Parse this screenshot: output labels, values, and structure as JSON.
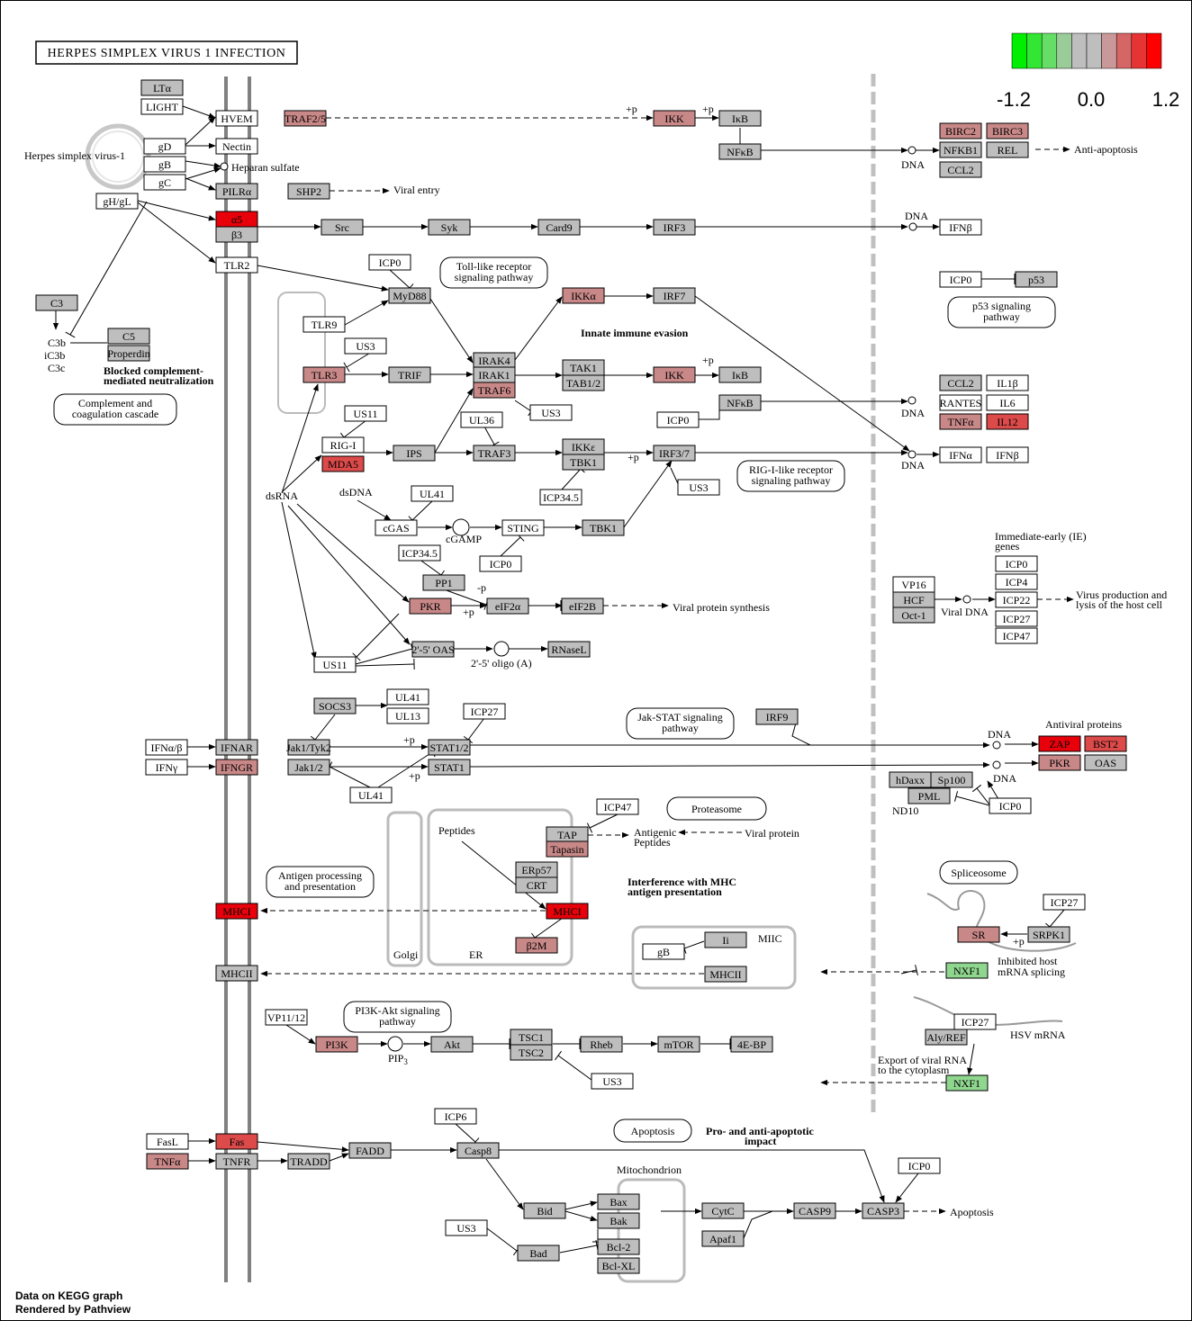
{
  "title": "HERPES SIMPLEX VIRUS 1 INFECTION",
  "legend": {
    "min": "-1.2",
    "mid": "0.0",
    "max": "1.2",
    "colors": [
      "#00ee00",
      "#33e633",
      "#66dd66",
      "#99cc99",
      "#bebebe",
      "#bebebe",
      "#c99999",
      "#d66666",
      "#e63333",
      "#ff0000"
    ]
  },
  "colors": {
    "gray": "#bebebe",
    "white": "#ffffff",
    "red_strong": "#e8000a",
    "red_mid": "#dc4a4a",
    "red_light": "#c98888",
    "green": "#8fd68f"
  },
  "nodes": [
    {
      "id": "lta",
      "label": "LTα",
      "fill": "gray"
    },
    {
      "id": "light",
      "label": "LIGHT",
      "fill": "white"
    },
    {
      "id": "hvem",
      "label": "HVEM",
      "fill": "white"
    },
    {
      "id": "traf25",
      "label": "TRAF2/5",
      "fill": "red_light"
    },
    {
      "id": "ikk1",
      "label": "IKK",
      "fill": "red_light"
    },
    {
      "id": "ikb1",
      "label": "IκB",
      "fill": "gray"
    },
    {
      "id": "nfkb1a",
      "label": "NFκB",
      "fill": "gray"
    },
    {
      "id": "gd",
      "label": "gD",
      "fill": "white"
    },
    {
      "id": "nectin",
      "label": "Nectin",
      "fill": "white"
    },
    {
      "id": "gb",
      "label": "gB",
      "fill": "white"
    },
    {
      "id": "gc",
      "label": "gC",
      "fill": "white"
    },
    {
      "id": "pilra",
      "label": "PILRα",
      "fill": "gray"
    },
    {
      "id": "shp2",
      "label": "SHP2",
      "fill": "gray"
    },
    {
      "id": "ghgl",
      "label": "gH/gL",
      "fill": "white"
    },
    {
      "id": "a5",
      "label": "α5",
      "fill": "red_strong"
    },
    {
      "id": "b3",
      "label": "β3",
      "fill": "gray"
    },
    {
      "id": "src",
      "label": "Src",
      "fill": "gray"
    },
    {
      "id": "syk",
      "label": "Syk",
      "fill": "gray"
    },
    {
      "id": "card9",
      "label": "Card9",
      "fill": "gray"
    },
    {
      "id": "irf3",
      "label": "IRF3",
      "fill": "gray"
    },
    {
      "id": "tlr2",
      "label": "TLR2",
      "fill": "white"
    },
    {
      "id": "icp0a",
      "label": "ICP0",
      "fill": "white"
    },
    {
      "id": "myd88",
      "label": "MyD88",
      "fill": "gray"
    },
    {
      "id": "ikka",
      "label": "IKKα",
      "fill": "red_light"
    },
    {
      "id": "irf7",
      "label": "IRF7",
      "fill": "gray"
    },
    {
      "id": "c3",
      "label": "C3",
      "fill": "gray"
    },
    {
      "id": "c5",
      "label": "C5",
      "fill": "gray"
    },
    {
      "id": "properdin",
      "label": "Properdin",
      "fill": "gray"
    },
    {
      "id": "tlr9",
      "label": "TLR9",
      "fill": "white"
    },
    {
      "id": "us3a",
      "label": "US3",
      "fill": "white"
    },
    {
      "id": "tlr3",
      "label": "TLR3",
      "fill": "red_light"
    },
    {
      "id": "trif",
      "label": "TRIF",
      "fill": "gray"
    },
    {
      "id": "irak4",
      "label": "IRAK4",
      "fill": "gray"
    },
    {
      "id": "irak1",
      "label": "IRAK1",
      "fill": "gray"
    },
    {
      "id": "traf6",
      "label": "TRAF6",
      "fill": "red_light"
    },
    {
      "id": "tak1",
      "label": "TAK1",
      "fill": "gray"
    },
    {
      "id": "tab12",
      "label": "TAB1/2",
      "fill": "gray"
    },
    {
      "id": "ikk2",
      "label": "IKK",
      "fill": "red_light"
    },
    {
      "id": "ikb2",
      "label": "IκB",
      "fill": "gray"
    },
    {
      "id": "nfkb2",
      "label": "NFκB",
      "fill": "gray"
    },
    {
      "id": "icp0b",
      "label": "ICP0",
      "fill": "white"
    },
    {
      "id": "us3b",
      "label": "US3",
      "fill": "white"
    },
    {
      "id": "us11a",
      "label": "US11",
      "fill": "white"
    },
    {
      "id": "rigi",
      "label": "RIG-I",
      "fill": "white"
    },
    {
      "id": "mda5",
      "label": "MDA5",
      "fill": "red_mid"
    },
    {
      "id": "ips",
      "label": "IPS",
      "fill": "gray"
    },
    {
      "id": "ul36",
      "label": "UL36",
      "fill": "white"
    },
    {
      "id": "traf3",
      "label": "TRAF3",
      "fill": "gray"
    },
    {
      "id": "ikke",
      "label": "IKKε",
      "fill": "gray"
    },
    {
      "id": "tbk1a",
      "label": "TBK1",
      "fill": "gray"
    },
    {
      "id": "irf37",
      "label": "IRF3/7",
      "fill": "gray"
    },
    {
      "id": "us3c",
      "label": "US3",
      "fill": "white"
    },
    {
      "id": "icp345a",
      "label": "ICP34.5",
      "fill": "white"
    },
    {
      "id": "ul41a",
      "label": "UL41",
      "fill": "white"
    },
    {
      "id": "cgas",
      "label": "cGAS",
      "fill": "white"
    },
    {
      "id": "sting",
      "label": "STING",
      "fill": "white"
    },
    {
      "id": "tbk1b",
      "label": "TBK1",
      "fill": "gray"
    },
    {
      "id": "icp0c",
      "label": "ICP0",
      "fill": "white"
    },
    {
      "id": "icp345b",
      "label": "ICP34.5",
      "fill": "white"
    },
    {
      "id": "pp1",
      "label": "PP1",
      "fill": "gray"
    },
    {
      "id": "pkr1",
      "label": "PKR",
      "fill": "red_light"
    },
    {
      "id": "eif2a",
      "label": "eIF2α",
      "fill": "gray"
    },
    {
      "id": "eif2b",
      "label": "eIF2B",
      "fill": "gray"
    },
    {
      "id": "oas25",
      "label": "2'-5' OAS",
      "fill": "gray"
    },
    {
      "id": "rnasel",
      "label": "RNaseL",
      "fill": "gray"
    },
    {
      "id": "us11b",
      "label": "US11",
      "fill": "white"
    },
    {
      "id": "birc2",
      "label": "BIRC2",
      "fill": "red_light"
    },
    {
      "id": "birc3",
      "label": "BIRC3",
      "fill": "red_light"
    },
    {
      "id": "nfkb1",
      "label": "NFKB1",
      "fill": "gray"
    },
    {
      "id": "rel",
      "label": "REL",
      "fill": "gray"
    },
    {
      "id": "ccl2a",
      "label": "CCL2",
      "fill": "gray"
    },
    {
      "id": "ifnb1",
      "label": "IFNβ",
      "fill": "white"
    },
    {
      "id": "icp0d",
      "label": "ICP0",
      "fill": "white"
    },
    {
      "id": "p53",
      "label": "p53",
      "fill": "gray"
    },
    {
      "id": "ccl2b",
      "label": "CCL2",
      "fill": "gray"
    },
    {
      "id": "il1b",
      "label": "IL1β",
      "fill": "white"
    },
    {
      "id": "rantes",
      "label": "RANTES",
      "fill": "white"
    },
    {
      "id": "il6",
      "label": "IL6",
      "fill": "white"
    },
    {
      "id": "tnfa1",
      "label": "TNFα",
      "fill": "red_light"
    },
    {
      "id": "il12",
      "label": "IL12",
      "fill": "red_mid"
    },
    {
      "id": "ifna",
      "label": "IFNα",
      "fill": "white"
    },
    {
      "id": "ifnb2",
      "label": "IFNβ",
      "fill": "white"
    },
    {
      "id": "vp16",
      "label": "VP16",
      "fill": "white"
    },
    {
      "id": "hcf",
      "label": "HCF",
      "fill": "gray"
    },
    {
      "id": "oct1",
      "label": "Oct-1",
      "fill": "gray"
    },
    {
      "id": "ie_icp0",
      "label": "ICP0",
      "fill": "white"
    },
    {
      "id": "ie_icp4",
      "label": "ICP4",
      "fill": "white"
    },
    {
      "id": "ie_icp22",
      "label": "ICP22",
      "fill": "white"
    },
    {
      "id": "ie_icp27",
      "label": "ICP27",
      "fill": "white"
    },
    {
      "id": "ie_icp47",
      "label": "ICP47",
      "fill": "white"
    },
    {
      "id": "socs3",
      "label": "SOCS3",
      "fill": "gray"
    },
    {
      "id": "ul41b",
      "label": "UL41",
      "fill": "white"
    },
    {
      "id": "ul13",
      "label": "UL13",
      "fill": "white"
    },
    {
      "id": "icp27a",
      "label": "ICP27",
      "fill": "white"
    },
    {
      "id": "irf9",
      "label": "IRF9",
      "fill": "gray"
    },
    {
      "id": "ifnab",
      "label": "IFNα/β",
      "fill": "white"
    },
    {
      "id": "ifnar",
      "label": "IFNAR",
      "fill": "gray"
    },
    {
      "id": "jak1tyk2",
      "label": "Jak1/Tyk2",
      "fill": "gray"
    },
    {
      "id": "stat12",
      "label": "STAT1/2",
      "fill": "gray"
    },
    {
      "id": "zap",
      "label": "ZAP",
      "fill": "red_strong"
    },
    {
      "id": "bst2",
      "label": "BST2",
      "fill": "red_mid"
    },
    {
      "id": "ifng",
      "label": "IFNγ",
      "fill": "white"
    },
    {
      "id": "ifngr",
      "label": "IFNGR",
      "fill": "red_light"
    },
    {
      "id": "jak12",
      "label": "Jak1/2",
      "fill": "gray"
    },
    {
      "id": "stat1",
      "label": "STAT1",
      "fill": "gray"
    },
    {
      "id": "pkr2",
      "label": "PKR",
      "fill": "red_light"
    },
    {
      "id": "oas",
      "label": "OAS",
      "fill": "gray"
    },
    {
      "id": "ul41c",
      "label": "UL41",
      "fill": "white"
    },
    {
      "id": "hdaxx",
      "label": "hDaxx",
      "fill": "gray"
    },
    {
      "id": "sp100",
      "label": "Sp100",
      "fill": "gray"
    },
    {
      "id": "pml",
      "label": "PML",
      "fill": "gray"
    },
    {
      "id": "icp0e",
      "label": "ICP0",
      "fill": "white"
    },
    {
      "id": "icp47b",
      "label": "ICP47",
      "fill": "white"
    },
    {
      "id": "tap",
      "label": "TAP",
      "fill": "gray"
    },
    {
      "id": "tapasin",
      "label": "Tapasin",
      "fill": "red_light"
    },
    {
      "id": "erp57",
      "label": "ERp57",
      "fill": "gray"
    },
    {
      "id": "crt",
      "label": "CRT",
      "fill": "gray"
    },
    {
      "id": "mhc1a",
      "label": "MHCI",
      "fill": "red_strong"
    },
    {
      "id": "mhc1b",
      "label": "MHCI",
      "fill": "red_strong"
    },
    {
      "id": "b2m",
      "label": "β2M",
      "fill": "red_light"
    },
    {
      "id": "ii",
      "label": "Ii",
      "fill": "gray"
    },
    {
      "id": "gb2",
      "label": "gB",
      "fill": "white"
    },
    {
      "id": "mhcii_a",
      "label": "MHCII",
      "fill": "gray"
    },
    {
      "id": "mhcii_b",
      "label": "MHCII",
      "fill": "gray"
    },
    {
      "id": "icp27b",
      "label": "ICP27",
      "fill": "white"
    },
    {
      "id": "sr",
      "label": "SR",
      "fill": "red_light"
    },
    {
      "id": "srpk1",
      "label": "SRPK1",
      "fill": "gray"
    },
    {
      "id": "nxf1a",
      "label": "NXF1",
      "fill": "green"
    },
    {
      "id": "icp27c",
      "label": "ICP27",
      "fill": "white"
    },
    {
      "id": "alyref",
      "label": "Aly/REF",
      "fill": "gray"
    },
    {
      "id": "nxf1b",
      "label": "NXF1",
      "fill": "green"
    },
    {
      "id": "vp1112",
      "label": "VP11/12",
      "fill": "white"
    },
    {
      "id": "pi3k",
      "label": "PI3K",
      "fill": "red_light"
    },
    {
      "id": "akt",
      "label": "Akt",
      "fill": "gray"
    },
    {
      "id": "tsc1",
      "label": "TSC1",
      "fill": "gray"
    },
    {
      "id": "tsc2",
      "label": "TSC2",
      "fill": "gray"
    },
    {
      "id": "rheb",
      "label": "Rheb",
      "fill": "gray"
    },
    {
      "id": "mtor",
      "label": "mTOR",
      "fill": "gray"
    },
    {
      "id": "ebp4",
      "label": "4E-BP",
      "fill": "gray"
    },
    {
      "id": "us3d",
      "label": "US3",
      "fill": "white"
    },
    {
      "id": "icp6",
      "label": "ICP6",
      "fill": "white"
    },
    {
      "id": "fasl",
      "label": "FasL",
      "fill": "white"
    },
    {
      "id": "fas",
      "label": "Fas",
      "fill": "red_mid"
    },
    {
      "id": "fadd",
      "label": "FADD",
      "fill": "gray"
    },
    {
      "id": "casp8",
      "label": "Casp8",
      "fill": "gray"
    },
    {
      "id": "tnfa2",
      "label": "TNFα",
      "fill": "red_light"
    },
    {
      "id": "tnfr",
      "label": "TNFR",
      "fill": "gray"
    },
    {
      "id": "tradd",
      "label": "TRADD",
      "fill": "gray"
    },
    {
      "id": "bid",
      "label": "Bid",
      "fill": "gray"
    },
    {
      "id": "bax",
      "label": "Bax",
      "fill": "gray"
    },
    {
      "id": "bak",
      "label": "Bak",
      "fill": "gray"
    },
    {
      "id": "bcl2",
      "label": "Bcl-2",
      "fill": "gray"
    },
    {
      "id": "bclxl",
      "label": "Bcl-XL",
      "fill": "gray"
    },
    {
      "id": "us3e",
      "label": "US3",
      "fill": "white"
    },
    {
      "id": "bad",
      "label": "Bad",
      "fill": "gray"
    },
    {
      "id": "cytc",
      "label": "CytC",
      "fill": "gray"
    },
    {
      "id": "apaf1",
      "label": "Apaf1",
      "fill": "gray"
    },
    {
      "id": "casp9",
      "label": "CASP9",
      "fill": "gray"
    },
    {
      "id": "icp0f",
      "label": "ICP0",
      "fill": "white"
    },
    {
      "id": "casp3",
      "label": "CASP3",
      "fill": "gray"
    }
  ],
  "pathway_links": [
    {
      "id": "tlr_pathway",
      "label": "Toll-like receptor signaling pathway"
    },
    {
      "id": "p53_pathway",
      "label": "p53 signaling pathway"
    },
    {
      "id": "complement_pathway",
      "label": "Complement and coagulation cascade"
    },
    {
      "id": "rig_pathway",
      "label": "RIG-I-like receptor signaling pathway"
    },
    {
      "id": "jak_pathway",
      "label": "Jak-STAT signaling pathway"
    },
    {
      "id": "proteasome",
      "label": "Proteasome"
    },
    {
      "id": "antigen_pathway",
      "label": "Antigen processing and presentation"
    },
    {
      "id": "spliceosome",
      "label": "Spliceosome"
    },
    {
      "id": "pi3k_pathway",
      "label": "PI3K-Akt signaling pathway"
    },
    {
      "id": "apoptosis_pathway",
      "label": "Apoptosis"
    }
  ],
  "labels": [
    {
      "id": "hsv1",
      "text": "Herpes simplex virus-1"
    },
    {
      "id": "heparan",
      "text": "Heparan sulfate"
    },
    {
      "id": "viral_entry",
      "text": "Viral entry"
    },
    {
      "id": "anti_apoptosis",
      "text": "Anti-apoptosis"
    },
    {
      "id": "c3b",
      "text": "C3b"
    },
    {
      "id": "ic3b",
      "text": "iC3b"
    },
    {
      "id": "c3c",
      "text": "C3c"
    },
    {
      "id": "blocked1",
      "text": "Blocked complement-"
    },
    {
      "id": "blocked2",
      "text": "mediated neutralization"
    },
    {
      "id": "innate",
      "text": "Innate immune evasion"
    },
    {
      "id": "dsrna",
      "text": "dsRNA"
    },
    {
      "id": "dsdna",
      "text": "dsDNA"
    },
    {
      "id": "cgamp",
      "text": "cGAMP"
    },
    {
      "id": "viral_protein_synth",
      "text": "Viral protein synthesis"
    },
    {
      "id": "oligo",
      "text": "2'-5' oligo (A)"
    },
    {
      "id": "ie_genes1",
      "text": "Immediate-early (IE)"
    },
    {
      "id": "ie_genes2",
      "text": "genes"
    },
    {
      "id": "viral_dna",
      "text": "Viral DNA"
    },
    {
      "id": "virus_prod1",
      "text": "Virus production and"
    },
    {
      "id": "virus_prod2",
      "text": "lysis of the host cell"
    },
    {
      "id": "antiviral",
      "text": "Antiviral proteins"
    },
    {
      "id": "nd10",
      "text": "ND10"
    },
    {
      "id": "peptides",
      "text": "Peptides"
    },
    {
      "id": "antigenic1",
      "text": "Antigenic"
    },
    {
      "id": "antigenic2",
      "text": "Peptides"
    },
    {
      "id": "viral_protein",
      "text": "Viral protein"
    },
    {
      "id": "mhc_interf1",
      "text": "Interference with MHC"
    },
    {
      "id": "mhc_interf2",
      "text": "antigen presentation"
    },
    {
      "id": "golgi",
      "text": "Golgi"
    },
    {
      "id": "er",
      "text": "ER"
    },
    {
      "id": "miic",
      "text": "MIIC"
    },
    {
      "id": "inhibited1",
      "text": "Inhibited host"
    },
    {
      "id": "inhibited2",
      "text": "mRNA splicing"
    },
    {
      "id": "hsv_mrna",
      "text": "HSV mRNA"
    },
    {
      "id": "export1",
      "text": "Export of viral RNA"
    },
    {
      "id": "export2",
      "text": "to the cytoplasm"
    },
    {
      "id": "pip3",
      "text": "PIP"
    },
    {
      "id": "proanti1",
      "text": "Pro- and anti-apoptotic"
    },
    {
      "id": "proanti2",
      "text": "impact"
    },
    {
      "id": "mito",
      "text": "Mitochondrion"
    },
    {
      "id": "apoptosis_out",
      "text": "Apoptosis"
    },
    {
      "id": "dna",
      "text": "DNA"
    },
    {
      "id": "p",
      "text": "+p"
    },
    {
      "id": "mp",
      "text": "-p"
    }
  ],
  "footer": {
    "line1": "Data on KEGG graph",
    "line2": "Rendered by Pathview"
  }
}
